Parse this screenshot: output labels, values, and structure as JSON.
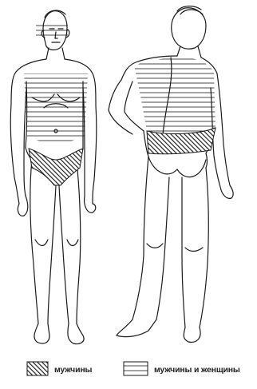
{
  "legend": {
    "items": [
      {
        "label": "мужчины",
        "pattern": "diagonal-hatch"
      },
      {
        "label": "мужчины и женщины",
        "pattern": "horizontal-lines"
      }
    ]
  },
  "colors": {
    "ink": "#1a1a1a",
    "background": "#ffffff"
  }
}
